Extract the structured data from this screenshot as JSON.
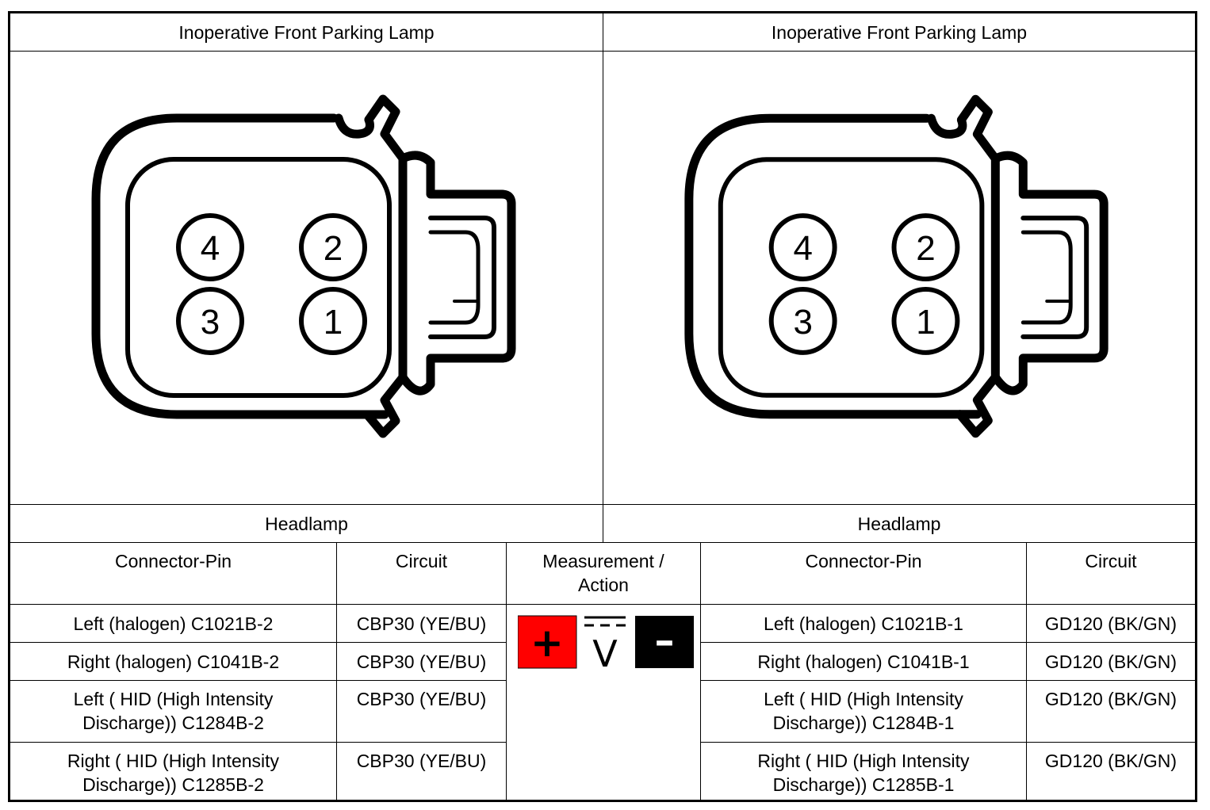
{
  "headers": {
    "left_title": "Inoperative Front Parking Lamp",
    "right_title": "Inoperative Front Parking Lamp",
    "left_component": "Headlamp",
    "right_component": "Headlamp"
  },
  "connector": {
    "pins": [
      "4",
      "2",
      "3",
      "1"
    ]
  },
  "columns": {
    "connector_pin": "Connector-Pin",
    "circuit": "Circuit",
    "measurement": "Measurement / Action",
    "connector_pin_2": "Connector-Pin",
    "circuit_2": "Circuit"
  },
  "rows": [
    {
      "left_pin": "Left (halogen) C1021B-2",
      "left_circuit": "CBP30 (YE/BU)",
      "right_pin": "Left (halogen) C1021B-1",
      "right_circuit": "GD120 (BK/GN)"
    },
    {
      "left_pin": "Right (halogen) C1041B-2",
      "left_circuit": "CBP30 (YE/BU)",
      "right_pin": "Right (halogen) C1041B-1",
      "right_circuit": "GD120 (BK/GN)"
    },
    {
      "left_pin": "Left ( HID (High Intensity Discharge)) C1284B-2",
      "left_circuit": "CBP30 (YE/BU)",
      "right_pin": "Left ( HID (High Intensity Discharge)) C1284B-1",
      "right_circuit": "GD120 (BK/GN)"
    },
    {
      "left_pin": "Right ( HID (High Intensity Discharge)) C1285B-2",
      "left_circuit": "CBP30 (YE/BU)",
      "right_pin": "Right ( HID (High Intensity Discharge)) C1285B-1",
      "right_circuit": "GD120 (BK/GN)"
    }
  ],
  "measurement_icons": {
    "positive_symbol": "+",
    "voltage_symbol": "V",
    "negative_symbol": "–",
    "positive_color": "#ff0000",
    "negative_color": "#000000",
    "icon_names": [
      "positive-probe-icon",
      "dc-voltage-icon",
      "negative-probe-icon"
    ]
  }
}
